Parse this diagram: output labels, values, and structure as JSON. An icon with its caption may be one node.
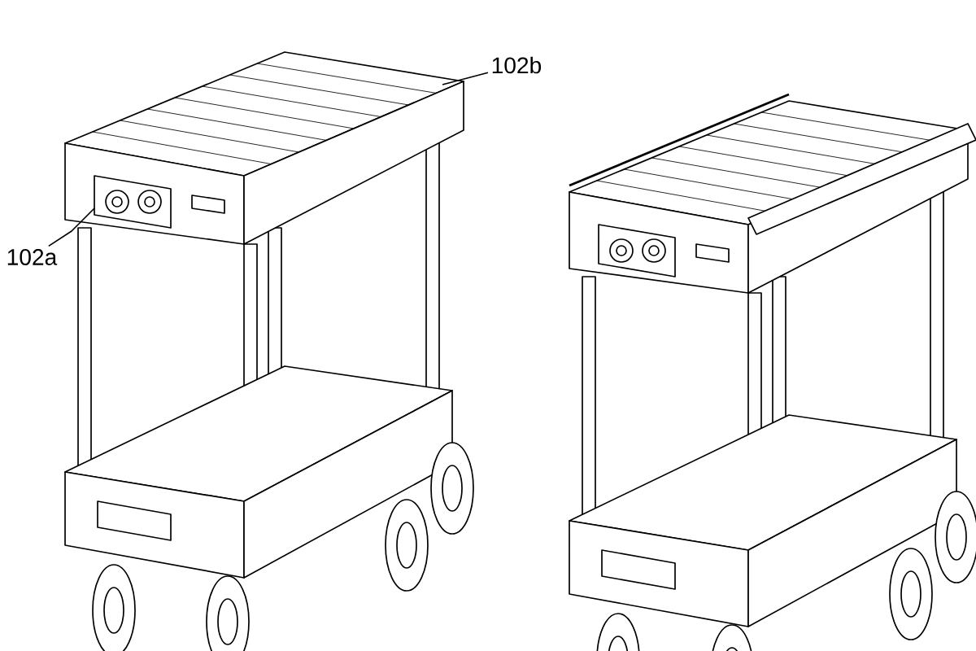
{
  "diagram": {
    "nodes": [
      {
        "text": [
          "102b"
        ]
      },
      {
        "text": [
          "102a"
        ]
      }
    ],
    "edges": [
      {
        "from": 0,
        "to": null,
        "arrow": "none"
      },
      {
        "from": 1,
        "to": null,
        "arrow": "none"
      }
    ]
  }
}
